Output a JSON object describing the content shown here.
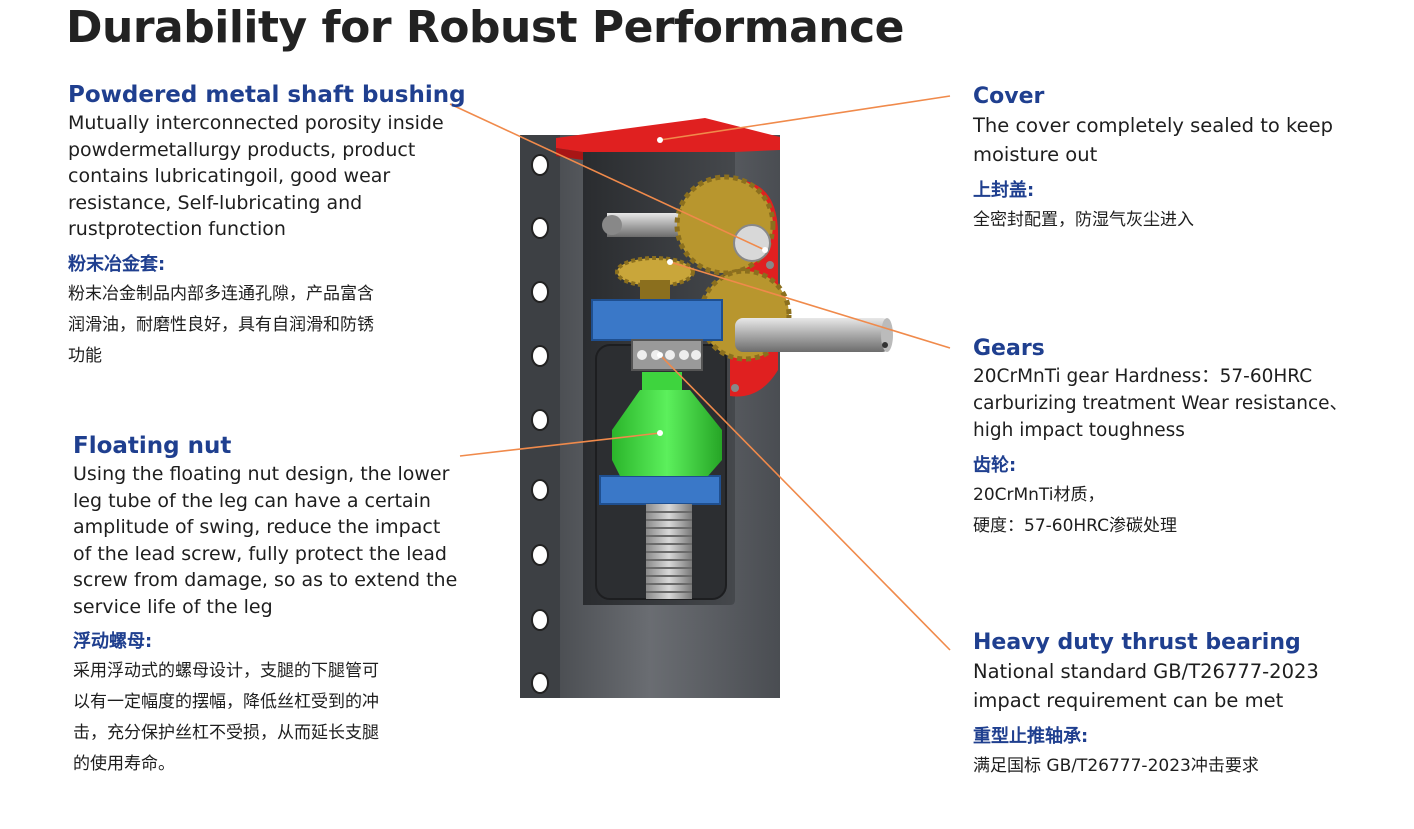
{
  "title": "Durability for Robust Performance",
  "left": {
    "bushing": {
      "title": "Powdered metal shaft bushing",
      "body": "Mutually interconnected porosity inside\npowdermetallurgy products, product\ncontains lubricatingoil, good wear\nresistance, Self-lubricating and\nrustprotection function",
      "cn_title": "粉末冶金套:",
      "cn_body": "粉末冶金制品内部多连通孔隙，产品富含\n润滑油，耐磨性良好，具有自润滑和防锈\n功能"
    },
    "nut": {
      "title": "Floating nut",
      "body": "Using the floating nut design, the lower\n leg tube of the leg can have a certain\namplitude of swing, reduce the impact\nof the lead screw, fully protect the lead\nscrew from damage, so as to extend the\nservice life of the leg",
      "cn_title": "浮动螺母:",
      "cn_body": "采用浮动式的螺母设计，支腿的下腿管可\n以有一定幅度的摆幅，降低丝杠受到的冲\n击，充分保护丝杠不受损，从而延长支腿\n的使用寿命。"
    }
  },
  "right": {
    "cover": {
      "title": "Cover",
      "body": "The cover completely sealed to keep\nmoisture out",
      "cn_title": "上封盖:",
      "cn_body": "全密封配置，防湿气灰尘进入"
    },
    "gears": {
      "title": "Gears",
      "body": "20CrMnTi gear Hardness：57-60HRC\ncarburizing treatment Wear resistance、\nhigh impact toughness",
      "cn_title": "齿轮:",
      "cn_body": "20CrMnTi材质，\n硬度：57-60HRC渗碳处理"
    },
    "bearing": {
      "title": "Heavy duty thrust bearing",
      "body": "National standard GB/T26777-2023\nimpact requirement can be met",
      "cn_title": "重型止推轴承:",
      "cn_body": "满足国标 GB/T26777-2023冲击要求"
    }
  },
  "colors": {
    "heading_blue": "#1f3f8f",
    "leader_orange": "#f08a4b",
    "housing_gray": "#5a5d62",
    "cover_red": "#e02020",
    "gear_gold": "#b8962e",
    "spacer_blue": "#3a78c8",
    "nut_green": "#3ed43e"
  }
}
